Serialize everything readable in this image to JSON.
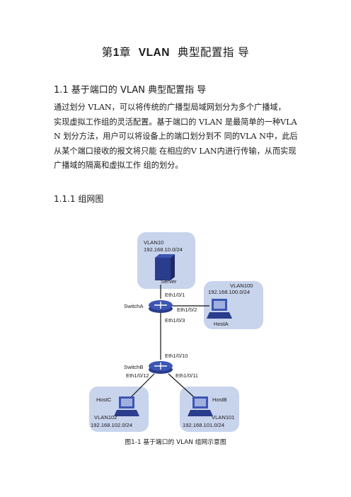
{
  "document": {
    "chapter_title": {
      "prefix": "第",
      "num": "1",
      "suffix": "章",
      "key": "VLAN",
      "rest": "典型配置指 导"
    },
    "section_title": "1.1  基于端口的    VLAN  典型配置指    导",
    "paragraph_lines": [
      "通过划分 VLAN，可以将传统的广播型局域网划分为多个广播域，",
      "实现虚拟工作组的灵活配置。基于端口的 VLAN 是最简单的一种VLA",
      "N 划分方法，用户可以将设备上的端口划分到不 同的VLA N中，此后",
      "从某个端口接收的报文将只能 在相应的V LAN内进行传输，从而实现",
      "广播域的隔离和虚拟工作 组的划分。"
    ],
    "subsection_title": "1.1.1  组网图",
    "figure": {
      "caption": "图1-1 基于端口的 VLAN 组网示意图",
      "server": {
        "vlan": "VLAN10",
        "subnet": "192.168.10.0/24",
        "name": "Server"
      },
      "hostA": {
        "vlan": "VLAN100",
        "subnet": "192.168.100.0/24",
        "name": "HostA"
      },
      "hostB": {
        "vlan": "VLAN101",
        "subnet": "192.168.101.0/24",
        "name": "HostB"
      },
      "hostC": {
        "vlan": "VLAN102",
        "subnet": "192.168.102.0/24",
        "name": "HostC"
      },
      "switchA": {
        "name": "SwitchA",
        "ports": [
          "Eth1/0/1",
          "Eth1/0/2",
          "Eth1/0/3"
        ]
      },
      "switchB": {
        "name": "SwitchB",
        "ports": [
          "Eth1/0/10",
          "Eth1/0/12",
          "Eth1/0/11"
        ]
      }
    },
    "colors": {
      "vlan_zone": "#c8d3ec",
      "device": "#2a3c8c",
      "line": "#111111"
    }
  }
}
